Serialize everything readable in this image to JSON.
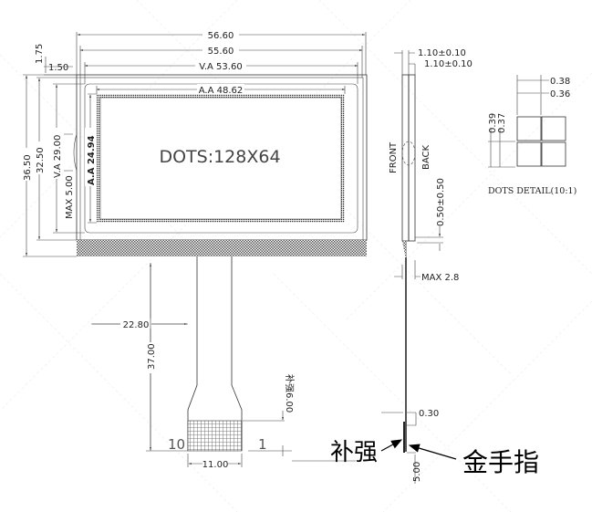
{
  "title": "LCD module 128x64 mechanical drawing",
  "front_view": {
    "dots_label": "DOTS:128X64",
    "width_outline": "56.60",
    "width_glass": "55.60",
    "va_width": "V.A 53.60",
    "aa_width": "A.A 48.62",
    "offset_top": "1.75",
    "offset_left": "1.50",
    "height_outline": "36.50",
    "height_glass": "32.50",
    "va_height": "V.A 29.00",
    "aa_height": "A.A 24.94",
    "max_bump": "MAX 5.00"
  },
  "fpc": {
    "offset": "22.80",
    "length": "37.00",
    "width": "11.00",
    "stiffener": "补强6.00",
    "pin_left": "10",
    "pin_right": "1"
  },
  "side_view": {
    "thickness1": "1.10±0.10",
    "thickness2": "1.10±0.10",
    "front": "FRONT",
    "back": "BACK",
    "gap": "0.50±0.50",
    "max_total": "MAX 2.8",
    "fpc_thickness": "0.30",
    "finger_length": "5.00",
    "stiffener_label": "补强",
    "gold_finger_label": "金手指"
  },
  "dots_detail": {
    "pitch_x": "0.38",
    "size_x": "0.36",
    "pitch_y": "0.39",
    "size_y": "0.37",
    "caption": "DOTS DETAIL(10:1)"
  }
}
